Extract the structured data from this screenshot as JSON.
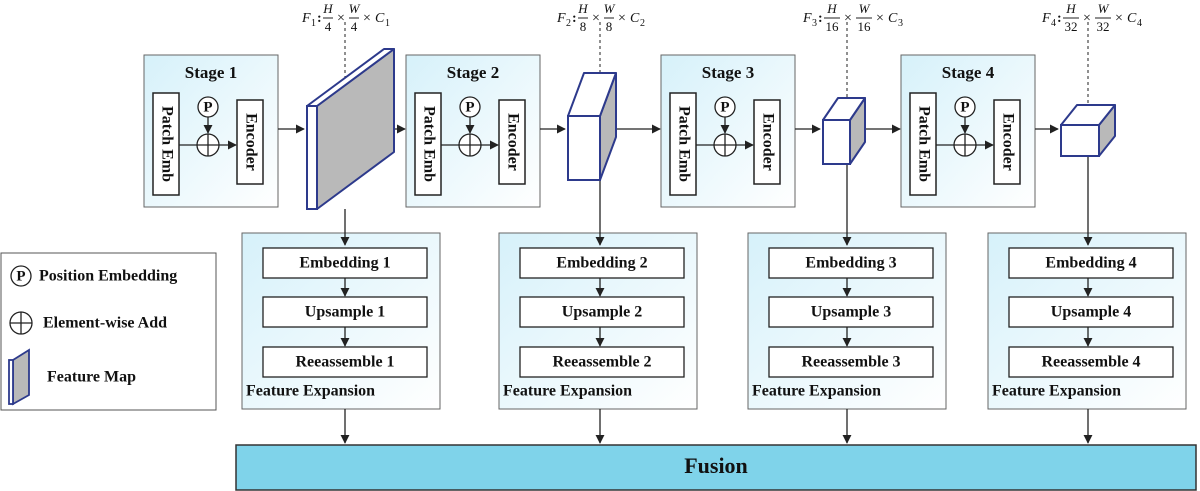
{
  "stages": [
    {
      "title": "Stage 1",
      "patch_label": "Patch Emb",
      "encoder_label": "Encoder",
      "p_label": "P",
      "feature": {
        "name": "F",
        "sub": "1",
        "h_den": "4",
        "w_den": "4",
        "c_sub": "1"
      },
      "expansion": {
        "rows": [
          "Embedding 1",
          "Upsample 1",
          "Reeassemble 1"
        ],
        "caption": "Feature Expansion"
      }
    },
    {
      "title": "Stage 2",
      "patch_label": "Patch Emb",
      "encoder_label": "Encoder",
      "p_label": "P",
      "feature": {
        "name": "F",
        "sub": "2",
        "h_den": "8",
        "w_den": "8",
        "c_sub": "2"
      },
      "expansion": {
        "rows": [
          "Embedding 2",
          "Upsample 2",
          "Reeassemble 2"
        ],
        "caption": "Feature Expansion"
      }
    },
    {
      "title": "Stage 3",
      "patch_label": "Patch Emb",
      "encoder_label": "Encoder",
      "p_label": "P",
      "feature": {
        "name": "F",
        "sub": "3",
        "h_den": "16",
        "w_den": "16",
        "c_sub": "3"
      },
      "expansion": {
        "rows": [
          "Embedding 3",
          "Upsample 3",
          "Reeassemble 3"
        ],
        "caption": "Feature Expansion"
      }
    },
    {
      "title": "Stage 4",
      "patch_label": "Patch Emb",
      "encoder_label": "Encoder",
      "p_label": "P",
      "feature": {
        "name": "F",
        "sub": "4",
        "h_den": "32",
        "w_den": "32",
        "c_sub": "4"
      },
      "expansion": {
        "rows": [
          "Embedding 4",
          "Upsample 4",
          "Reeassemble 4"
        ],
        "caption": "Feature Expansion"
      }
    }
  ],
  "math": {
    "h_num": "H",
    "w_num": "W",
    "c_name": "C",
    "times": "×",
    "colon": ":"
  },
  "legend": {
    "p_symbol": "P",
    "position_embedding": "Position Embedding",
    "element_wise_add": "Element-wise Add",
    "feature_map": "Feature Map"
  },
  "fusion": {
    "label": "Fusion"
  },
  "colors": {
    "panel_top": "#d6f1fa",
    "panel_bottom": "#ffffff",
    "fusion_fill": "#7fd3ea",
    "cube_front": "#ffffff",
    "cube_side": "#b9b9b9",
    "cube_edge": "#2d3a8c",
    "line": "#222222"
  }
}
